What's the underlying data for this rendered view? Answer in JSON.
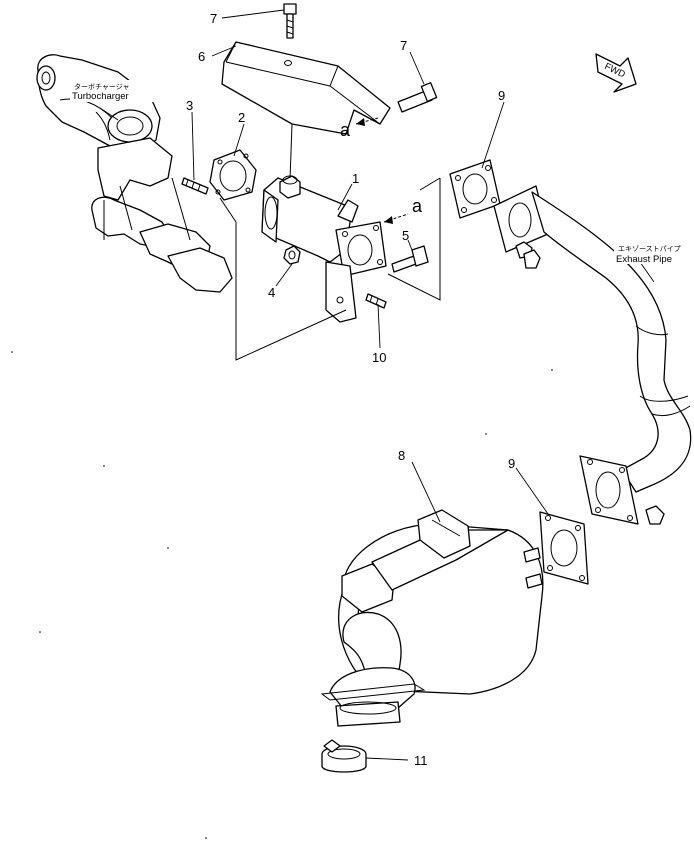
{
  "labels": {
    "turbo_jp": "ターボチャージャ",
    "turbo_en": "Turbocharger",
    "exhaust_jp": "エキゾーストパイプ",
    "exhaust_en": "Exhaust Pipe",
    "fwd": "FWD",
    "ref_a_upper": "a",
    "ref_a_right": "a"
  },
  "callouts": {
    "c1": "1",
    "c2": "2",
    "c3": "3",
    "c4": "4",
    "c5": "5",
    "c6": "6",
    "c7_top": "7",
    "c7_right": "7",
    "c8": "8",
    "c9_upper": "9",
    "c9_lower": "9",
    "c10": "10",
    "c11": "11"
  }
}
